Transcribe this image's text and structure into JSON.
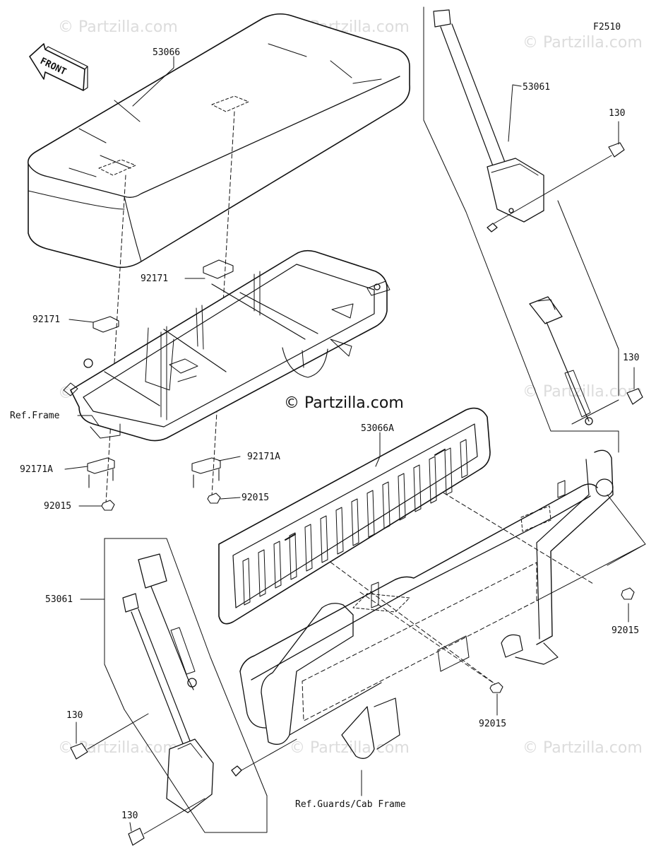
{
  "diagram": {
    "figure_code": "F2510",
    "front_label": "FRONT",
    "copyright": "© Partzilla.com",
    "watermark": "© Partzilla.com",
    "callouts": {
      "seat_cushion": "53066",
      "seat_back": "53066A",
      "belt_upper_right": "53061",
      "belt_lower_left": "53061",
      "bolt_a": "130",
      "bolt_b": "130",
      "bolt_c": "130",
      "bolt_d": "130",
      "clip_top_mid": "92171",
      "clip_top_left": "92171",
      "clip_a_left": "92171A",
      "clip_a_mid": "92171A",
      "nut_left": "92015",
      "nut_mid": "92015",
      "nut_right": "92015",
      "nut_bottom": "92015",
      "ref_frame": "Ref.Frame",
      "ref_guards": "Ref.Guards/Cab Frame"
    }
  }
}
